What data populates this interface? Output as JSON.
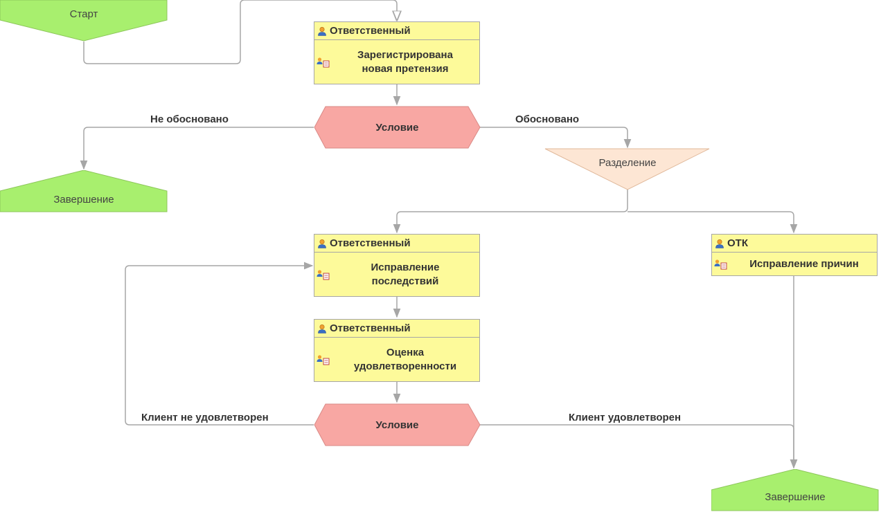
{
  "colors": {
    "terminal_fill": "#a8ef6e",
    "terminal_stroke": "#8cc65a",
    "task_fill": "#fdfa9a",
    "condition_fill": "#f8a7a3",
    "split_fill": "#fde6d4",
    "line": "#a6a6a6"
  },
  "icons": {
    "role": "user-icon",
    "task": "task-icon"
  },
  "start": {
    "label": "Старт"
  },
  "end_left": {
    "label": "Завершение"
  },
  "end_right": {
    "label": "Завершение"
  },
  "task_registered": {
    "role": "Ответственный",
    "title": "Зарегистрирована\nновая претензия"
  },
  "condition_top": {
    "label": "Условие"
  },
  "split": {
    "label": "Разделение"
  },
  "task_fix_consequences": {
    "role": "Ответственный",
    "title": "Исправление\nпоследствий"
  },
  "task_otk": {
    "role": "ОТК",
    "title": "Исправление причин"
  },
  "task_satisfaction": {
    "role": "Ответственный",
    "title": "Оценка\nудовлетворенности"
  },
  "condition_bottom": {
    "label": "Условие"
  },
  "edge_labels": {
    "not_justified": "Не обосновано",
    "justified": "Обосновано",
    "client_not_satisfied": "Клиент не удовлетворен",
    "client_satisfied": "Клиент удовлетворен"
  }
}
